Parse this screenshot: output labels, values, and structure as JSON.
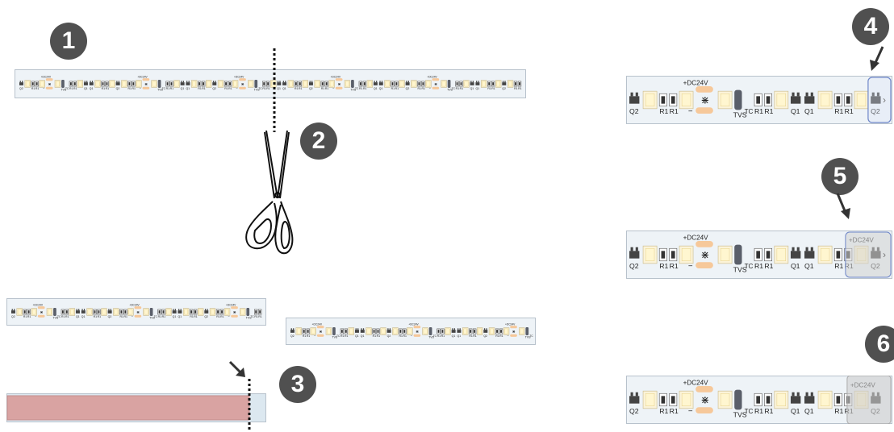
{
  "steps": [
    {
      "label": "1"
    },
    {
      "label": "2"
    },
    {
      "label": "3"
    },
    {
      "label": "4"
    },
    {
      "label": "5"
    },
    {
      "label": "6"
    }
  ],
  "strip_labels": {
    "voltage": "+DC24V",
    "tvs": "TVS",
    "tc": "TC",
    "r1": "R1",
    "q1": "Q1",
    "q2": "Q2",
    "minus": "−"
  },
  "colors": {
    "strip_fill": "#eef3f7",
    "strip_edge": "#b8c2cc",
    "led_pad": "#f6c89a",
    "led_body": "#fbf3d8",
    "badge": "#505050",
    "backing": "#d9a3a2",
    "backing_border": "#c48d8c",
    "end_cap": "#dcdcdc",
    "cap_outline": "#6e86c8"
  },
  "icons": [
    "scissors-icon",
    "arrow-icon",
    "cut-line"
  ]
}
